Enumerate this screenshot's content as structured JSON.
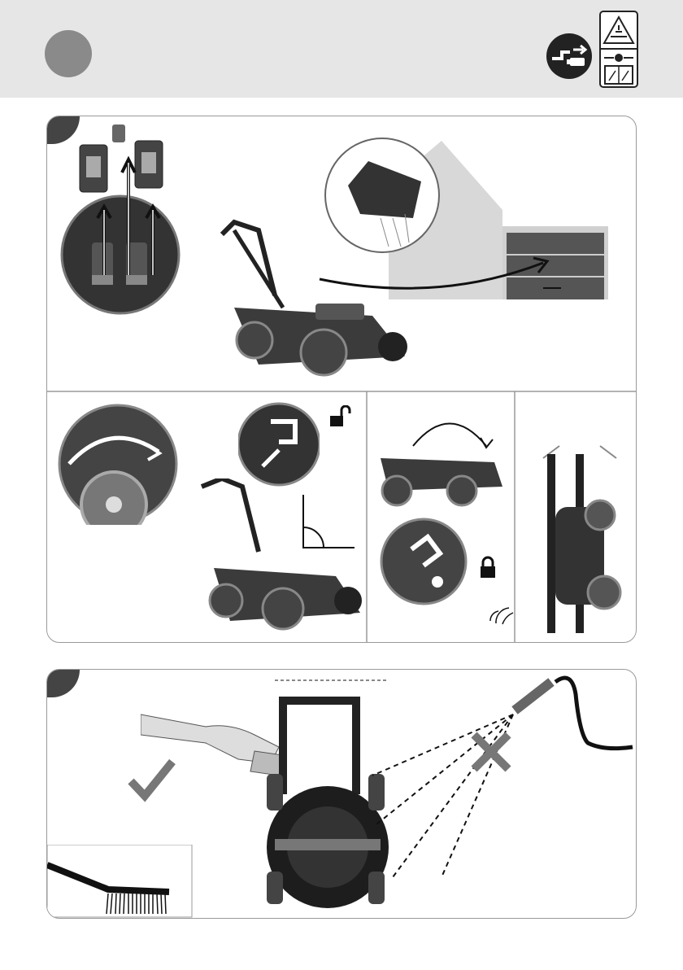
{
  "header": {
    "background": "#e6e6e6",
    "step_circle_color": "#8a8a8a",
    "icons": [
      "unplug-icon",
      "hazard-warning-icon",
      "read-manual-icon"
    ]
  },
  "panels": [
    {
      "name": "maintenance-steps",
      "sections": [
        {
          "name": "remove-batteries-and-store",
          "icons": [
            "battery-icon",
            "up-arrow-icon",
            "storage-shed-icon",
            "curved-arrow-icon"
          ]
        },
        {
          "name": "fold-handle",
          "icons": [
            "rotate-arrow-icon",
            "unlock-icon",
            "angle-icon"
          ]
        },
        {
          "name": "fold-and-lock",
          "icons": [
            "curved-arrow-icon",
            "lock-icon",
            "click-sound-icon"
          ]
        },
        {
          "name": "upright-storage",
          "icons": []
        }
      ]
    },
    {
      "name": "cleaning",
      "icons": [
        "check-mark-icon",
        "no-water-x-icon",
        "brush-icon",
        "hose-icon"
      ]
    }
  ]
}
